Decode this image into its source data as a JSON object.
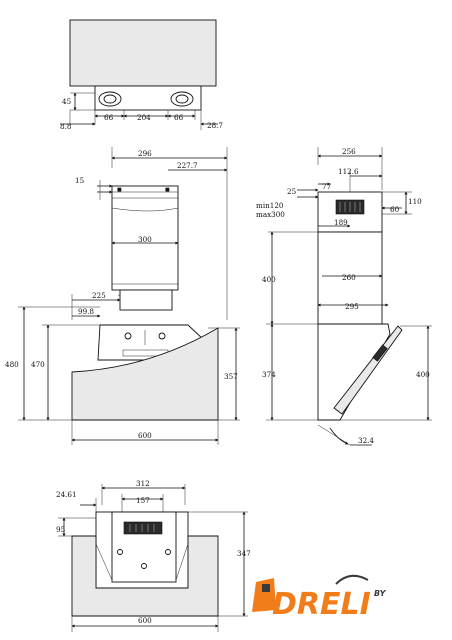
{
  "top_view": {
    "d45": "45",
    "d88": "8.8",
    "d66a": "66",
    "d204": "204",
    "d66b": "66",
    "d287": "28.7"
  },
  "front_view": {
    "d296": "296",
    "d2277": "227.7",
    "d15": "15",
    "d300": "300",
    "d225": "225",
    "d998": "99.8",
    "d480": "480",
    "d470": "470",
    "d357": "357",
    "d600": "600"
  },
  "side_view": {
    "d256": "256",
    "d1126": "112.6",
    "d77": "77",
    "d25": "25",
    "min120": "min120",
    "max300": "max300",
    "d189": "189",
    "d60": "60",
    "d110": "110",
    "d400a": "400",
    "d260": "260",
    "d295": "295",
    "d374": "374",
    "d400b": "400",
    "d324": "32.4"
  },
  "bottom_view": {
    "d2461": "24.61",
    "d312": "312",
    "d157": "157",
    "d95": "95",
    "d347": "347",
    "d600": "600"
  },
  "logo": {
    "text": "DRELI",
    "by": "BY",
    "orange": "#f07d1a",
    "dark": "#3a3a3a"
  }
}
